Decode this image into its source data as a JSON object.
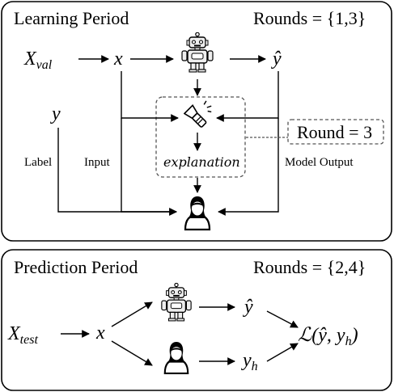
{
  "learning": {
    "title": "Learning Period",
    "rounds": "Rounds = {1,3}",
    "x_val": "X",
    "x_val_sub": "val",
    "x": "x",
    "y_hat": "ŷ",
    "y": "y",
    "explanation": "explanation",
    "round_note": "Round = 3",
    "label_text": "Label",
    "input_text": "Input",
    "model_output_text": "Model Output"
  },
  "prediction": {
    "title": "Prediction Period",
    "rounds": "Rounds = {2,4}",
    "x_test": "X",
    "x_test_sub": "test",
    "x": "x",
    "y_hat": "ŷ",
    "y_h": "y",
    "y_h_sub": "h",
    "loss": "ℒ(ŷ, y",
    "loss_sub": "h",
    "loss_close": ")"
  },
  "icons": {
    "robot": "robot-icon",
    "human": "human-icon",
    "flashlight": "flashlight-icon"
  },
  "colors": {
    "stroke": "#000000",
    "dashed": "#555555",
    "robot_fill": "#e8e8e8"
  }
}
